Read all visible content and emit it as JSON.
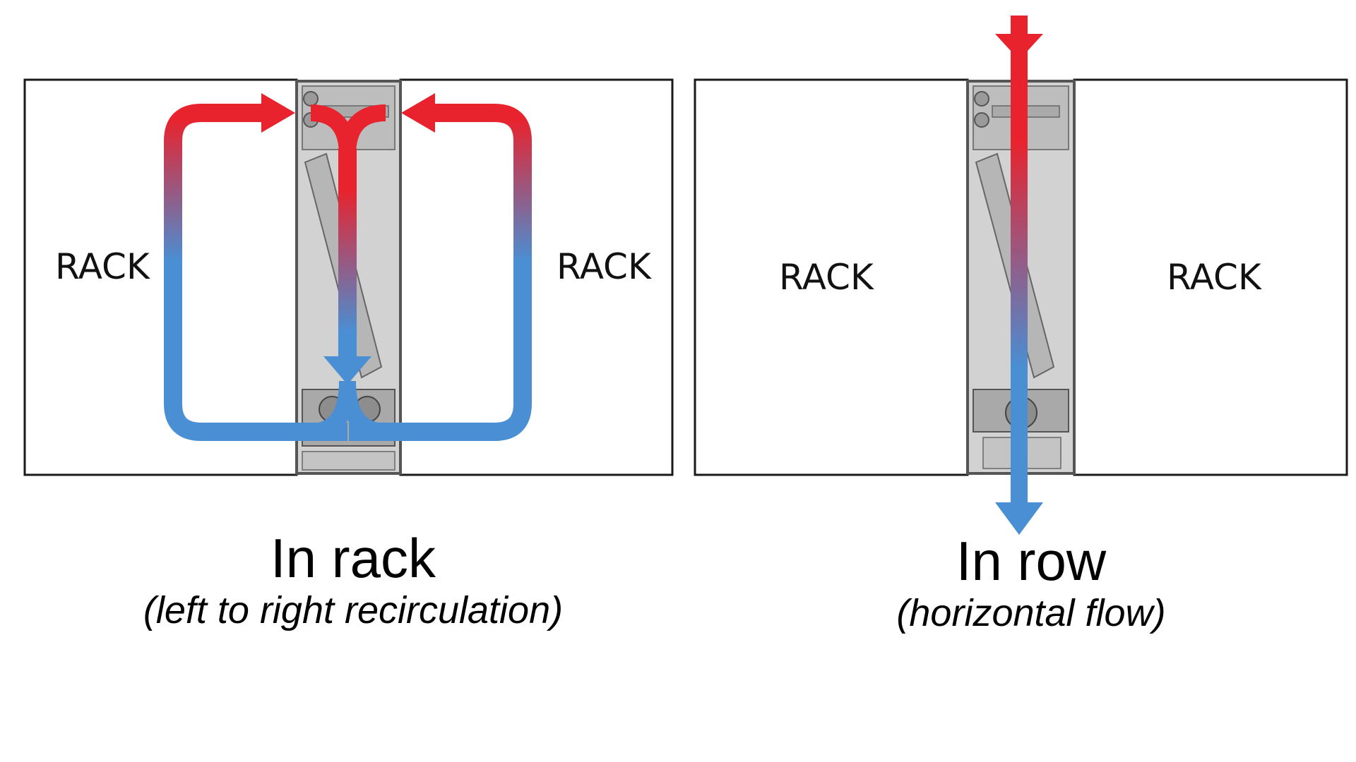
{
  "colors": {
    "hot": "#e8232e",
    "cold": "#4a8ed3",
    "outline": "#1a1a1a",
    "cooler_body": "#c9c9c9",
    "cooler_frame": "#6e6e6e"
  },
  "left_panel": {
    "rack_left_label": "RACK",
    "rack_right_label": "RACK",
    "title": "In rack",
    "subtitle": "(left to right recirculation)"
  },
  "right_panel": {
    "rack_left_label": "RACK",
    "rack_right_label": "RACK",
    "title": "In row",
    "subtitle": "(horizontal flow)"
  }
}
